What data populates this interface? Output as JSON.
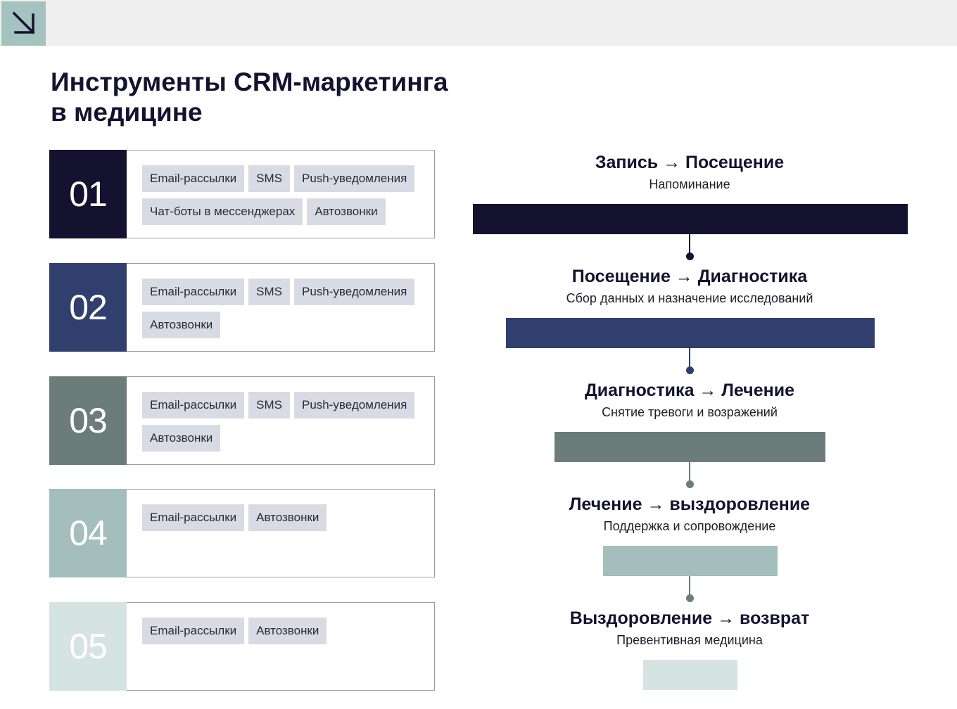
{
  "title_line1": "Инструменты CRM-маркетинга",
  "title_line2": "в медицине",
  "colors": {
    "stage1": "#14122f",
    "stage2": "#303f6e",
    "stage3": "#6b7c7b",
    "stage4": "#a4bebc",
    "stage5": "#d6e4e1",
    "chip_bg": "#d8dbe4",
    "accent_icon_bg": "#a4c3bf"
  },
  "stages": [
    {
      "number": "01",
      "chips": [
        "Email-рассылки",
        "SMS",
        "Push-уведомления",
        "Чат-боты в мессенджерах",
        "Автозвонки"
      ],
      "title": "Запись → Посещение",
      "subtitle": "Напоминание"
    },
    {
      "number": "02",
      "chips": [
        "Email-рассылки",
        "SMS",
        "Push-уведомления",
        "Автозвонки"
      ],
      "title": "Посещение → Диагностика",
      "subtitle": "Сбор данных и назначение исследований"
    },
    {
      "number": "03",
      "chips": [
        "Email-рассылки",
        "SMS",
        "Push-уведомления",
        "Автозвонки"
      ],
      "title": "Диагностика → Лечение",
      "subtitle": "Снятие тревоги и возражений"
    },
    {
      "number": "04",
      "chips": [
        "Email-рассылки",
        "Автозвонки"
      ],
      "title": "Лечение → выздоровление",
      "subtitle": "Поддержка и сопровождение"
    },
    {
      "number": "05",
      "chips": [
        "Email-рассылки",
        "Автозвонки"
      ],
      "title": "Выздоровление → возврат",
      "subtitle": "Превентивная медицина"
    }
  ]
}
